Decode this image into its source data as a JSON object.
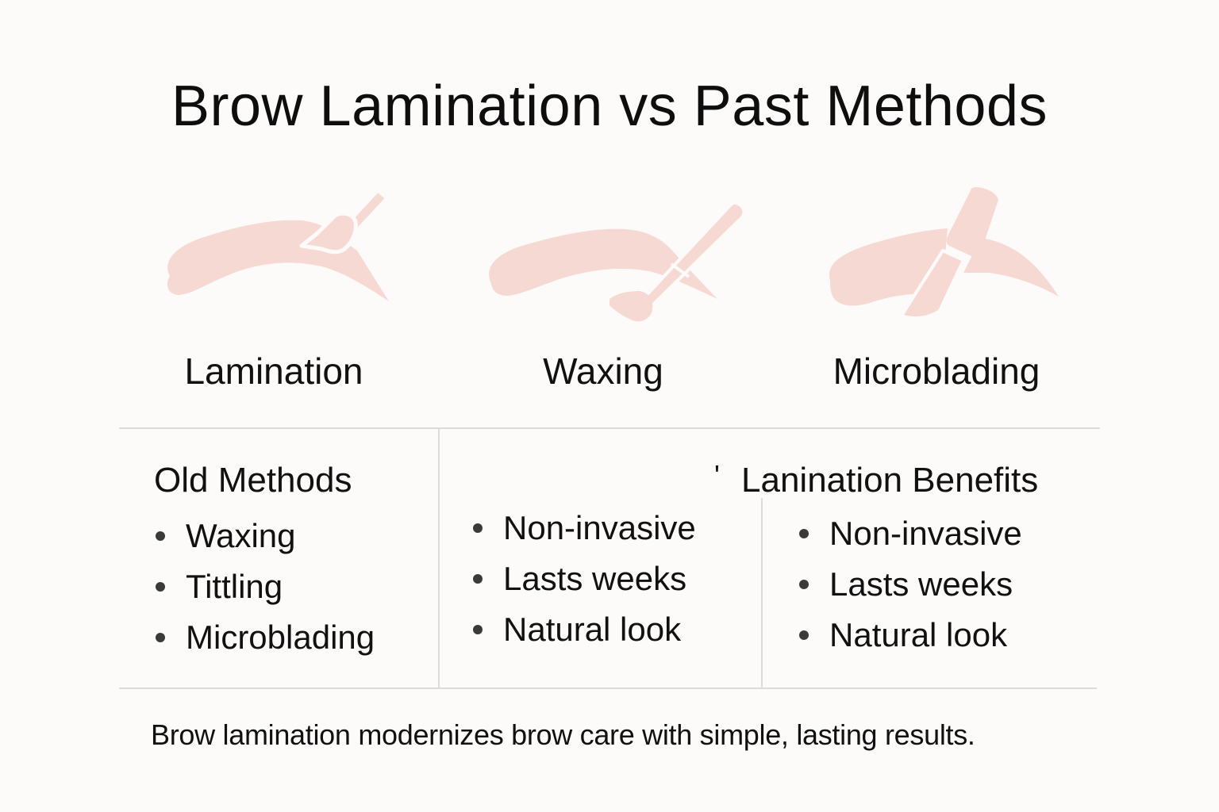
{
  "title": "Brow Lamination vs Past Methods",
  "colors": {
    "background": "#fdfbfa",
    "icon_fill": "#f7d9d4",
    "divider": "#dedcda",
    "text": "#111111",
    "bullet": "#3a3a3a"
  },
  "methods": [
    {
      "label": "Lamination",
      "icon": "brow-with-brush-icon"
    },
    {
      "label": "Waxing",
      "icon": "brow-with-spatula-icon"
    },
    {
      "label": "Microblading",
      "icon": "brow-with-blade-pen-icon"
    }
  ],
  "comparison": {
    "old_methods": {
      "heading": "Old Methods",
      "items": [
        "Waxing",
        "Tittling",
        "Microblading"
      ]
    },
    "middle": {
      "stray_mark": "'",
      "items": [
        "Non-invasive",
        "Lasts weeks",
        "Natural look"
      ]
    },
    "lamination_benefits": {
      "heading": "Lanination Benefits",
      "items": [
        "Non-invasive",
        "Lasts weeks",
        "Natural look"
      ]
    }
  },
  "caption": "Brow lamination modernizes brow care with simple, lasting results."
}
